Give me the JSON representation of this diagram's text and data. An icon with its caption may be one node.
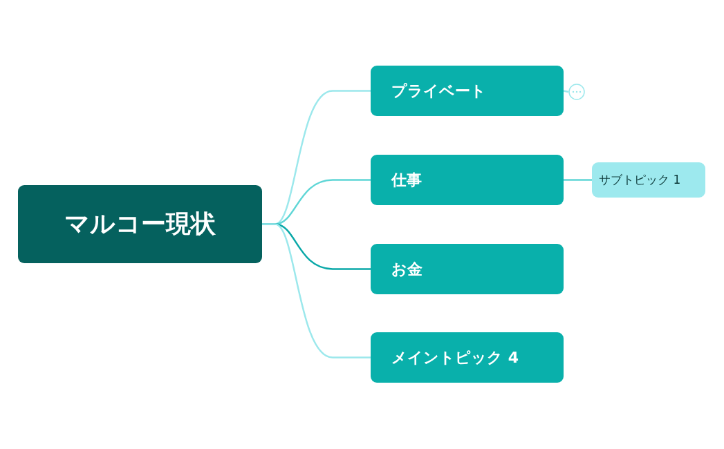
{
  "diagram": {
    "nodes": [
      {
        "text": [
          "マルコー現状"
        ]
      },
      {
        "text": [
          "プライベート"
        ]
      },
      {
        "text": [],
        "shape": "circle"
      },
      {
        "text": [
          "仕事"
        ]
      },
      {
        "text": [
          "サブトピック 1"
        ]
      },
      {
        "text": [
          "お金"
        ]
      },
      {
        "text": [
          "メイントピック 4"
        ]
      }
    ],
    "edges": [
      {
        "from": 0,
        "to": 1,
        "arrow": "none"
      },
      {
        "from": 1,
        "to": 2,
        "arrow": "none"
      },
      {
        "from": 0,
        "to": 3,
        "arrow": "none",
        "color": "#5fd6d6"
      },
      {
        "from": 3,
        "to": 4,
        "arrow": "none",
        "color": "#5fd6d6"
      },
      {
        "from": 0,
        "to": 5,
        "arrow": "none",
        "color": "#0aa8a8"
      },
      {
        "from": 0,
        "to": 6,
        "arrow": "none"
      }
    ]
  }
}
